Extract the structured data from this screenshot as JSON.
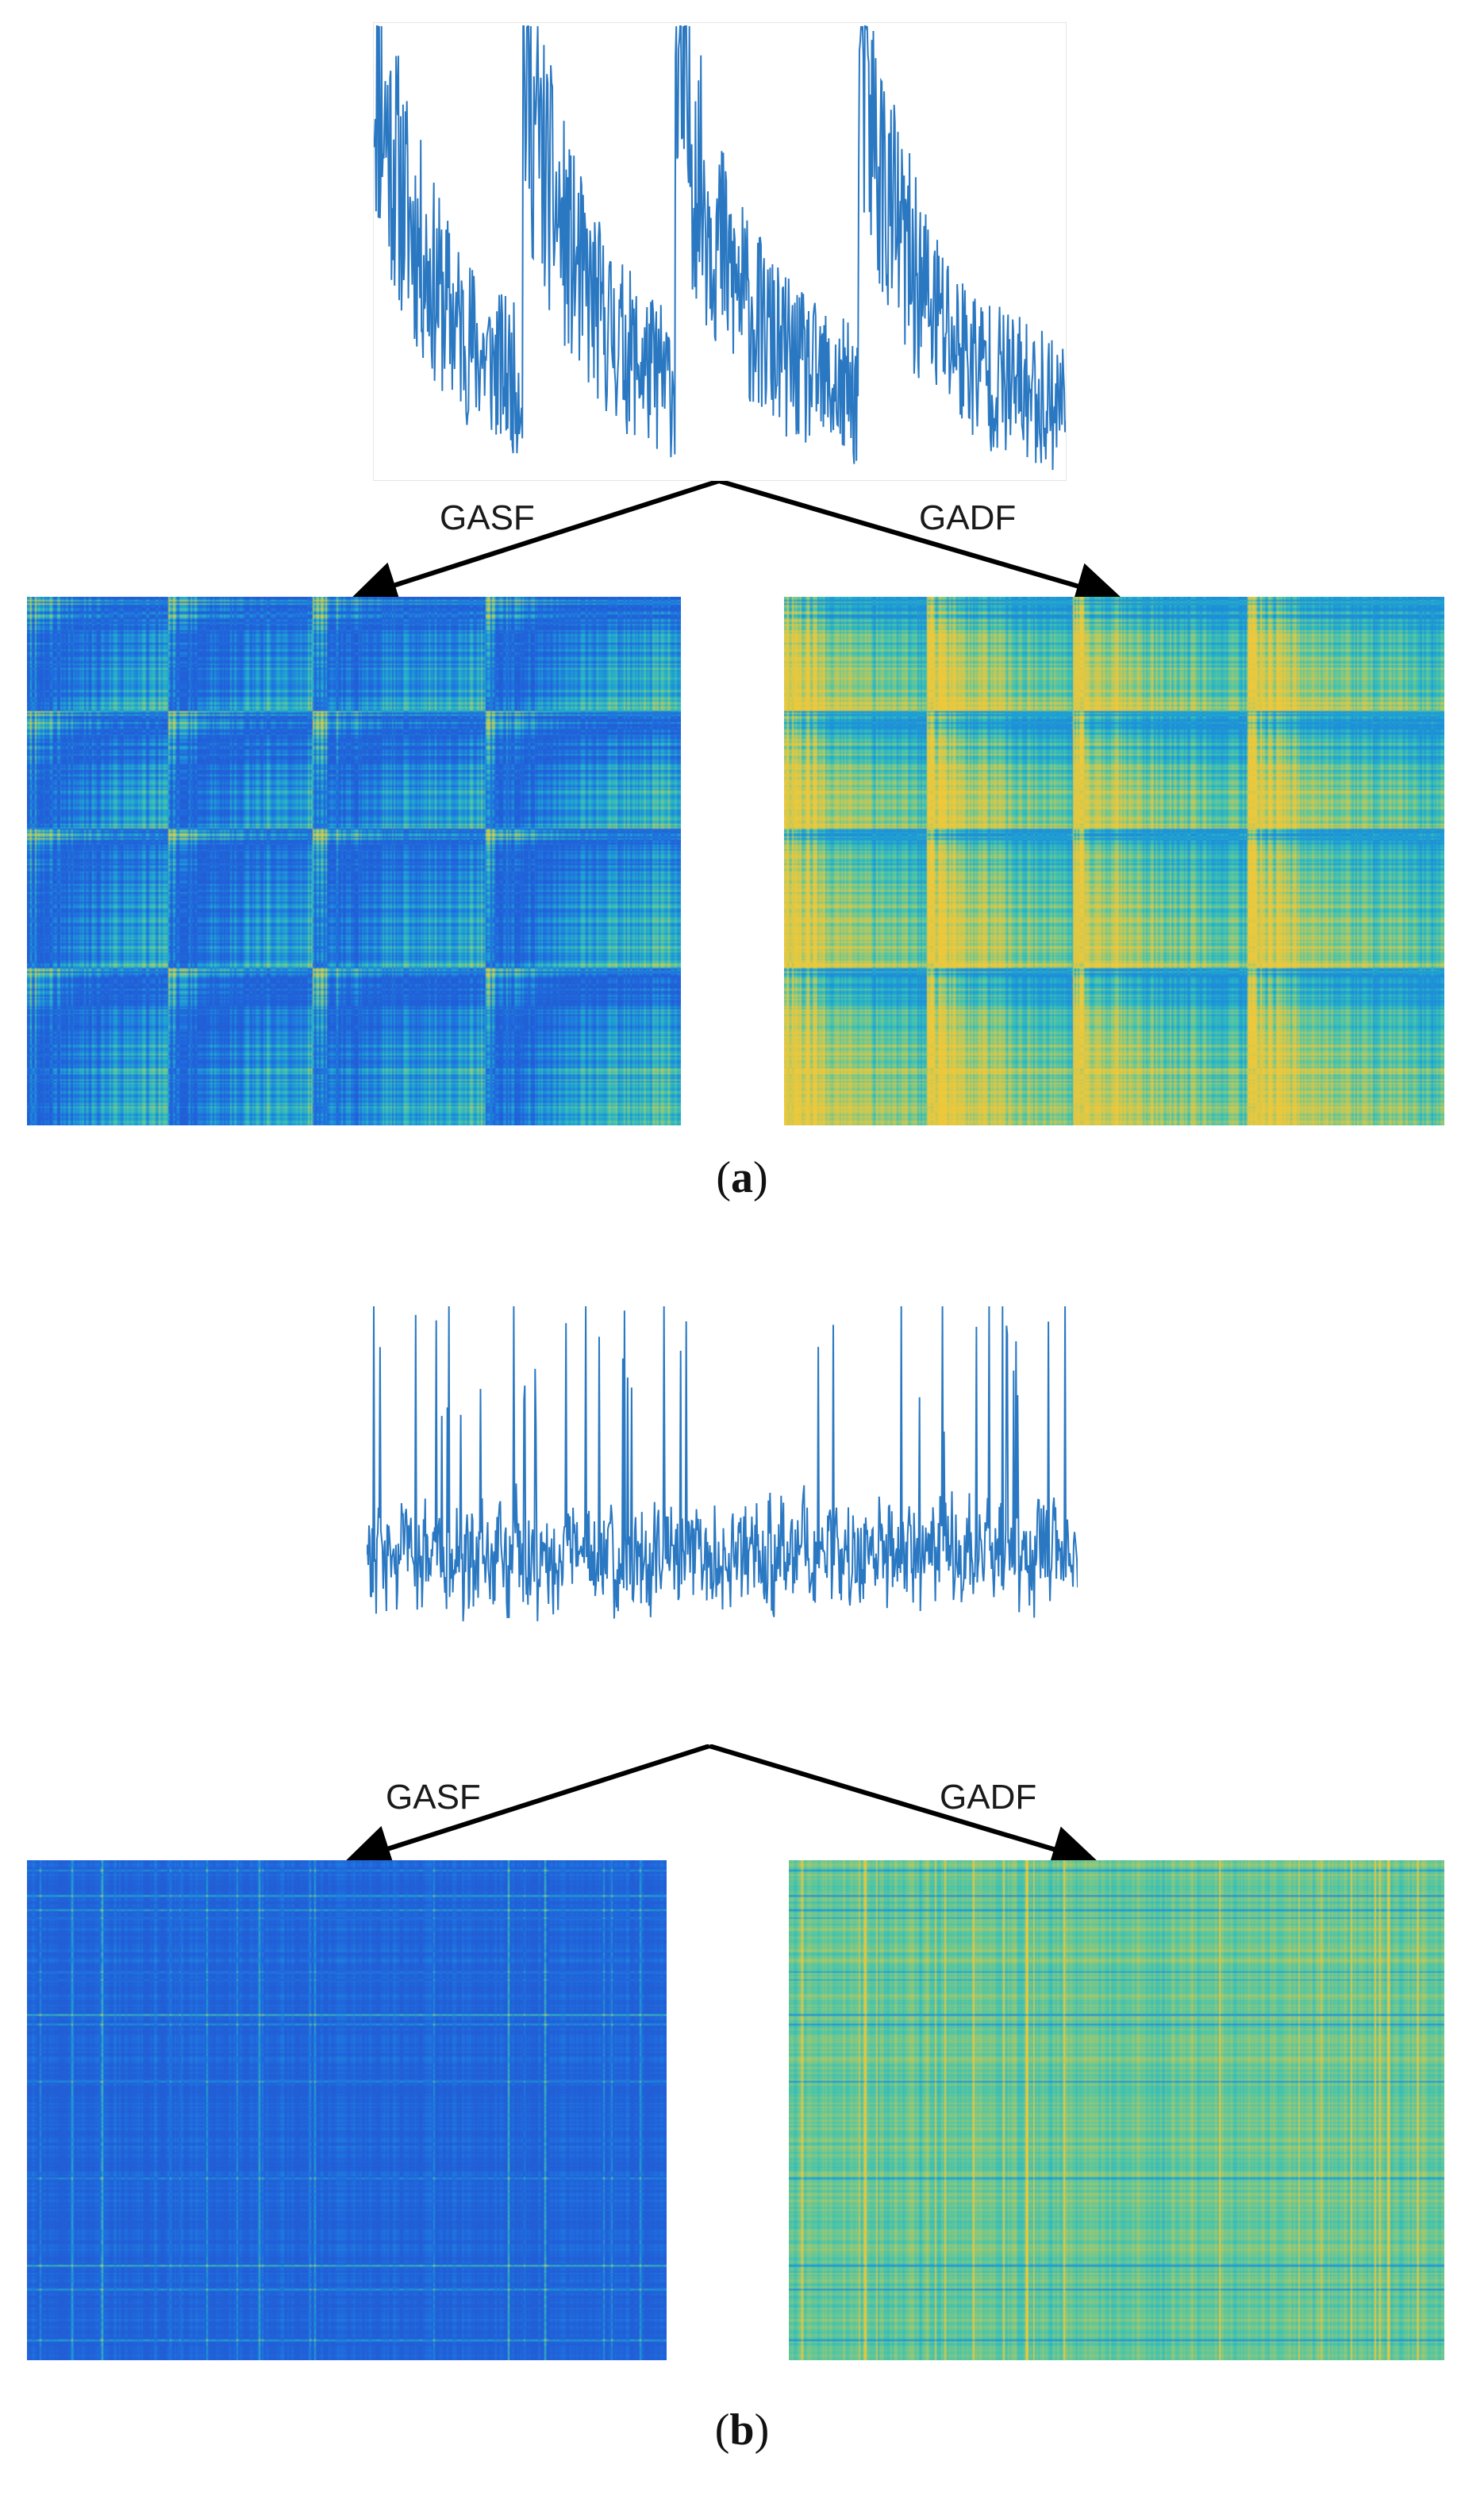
{
  "panels": [
    {
      "id": "a",
      "caption_open": "(",
      "caption_letter": "a",
      "caption_close": ")",
      "left_label": "GASF",
      "right_label": "GADF",
      "series_color": "#2a78c2",
      "series_character": "slow-regime",
      "series_seed": 11
    },
    {
      "id": "b",
      "caption_open": "(",
      "caption_letter": "b",
      "caption_close": ")",
      "left_label": "GASF",
      "right_label": "GADF",
      "series_color": "#2a78c2",
      "series_character": "fast-oscillation",
      "series_seed": 29
    }
  ],
  "colormap": [
    "#2a2ab8",
    "#1f6fe0",
    "#1fa8d0",
    "#4cc6a8",
    "#b6c860",
    "#f0c83a"
  ]
}
